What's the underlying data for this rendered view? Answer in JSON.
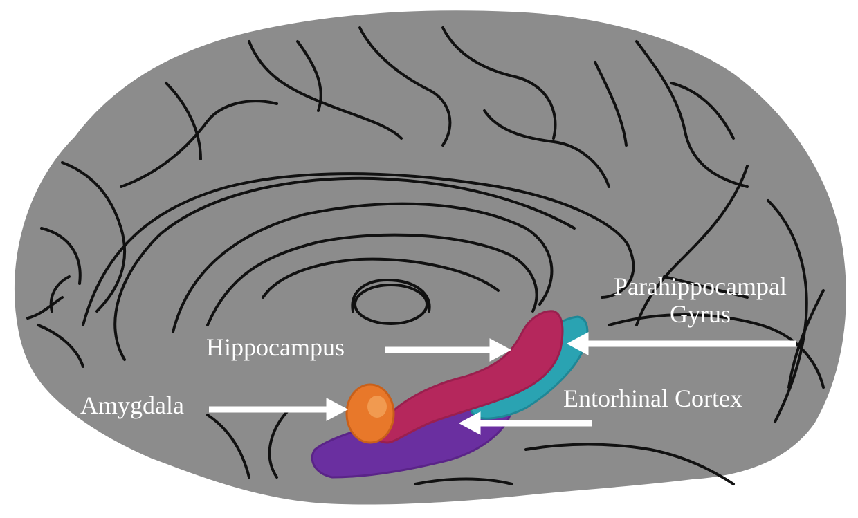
{
  "labels": {
    "hippocampus": "Hippocampus",
    "amygdala": "Amygdala",
    "entorhinal": "Entorhinal Cortex",
    "parahippocampal_line1": "Parahippocampal",
    "parahippocampal_line2": "Gyrus"
  },
  "colors": {
    "brain": "#8c8c8c",
    "sulci": "#111111",
    "hippocampus": "#b5275c",
    "amygdala": "#e8782a",
    "entorhinal": "#6a2fa0",
    "parahippocampal": "#2aa3b2",
    "arrow": "#ffffff"
  }
}
